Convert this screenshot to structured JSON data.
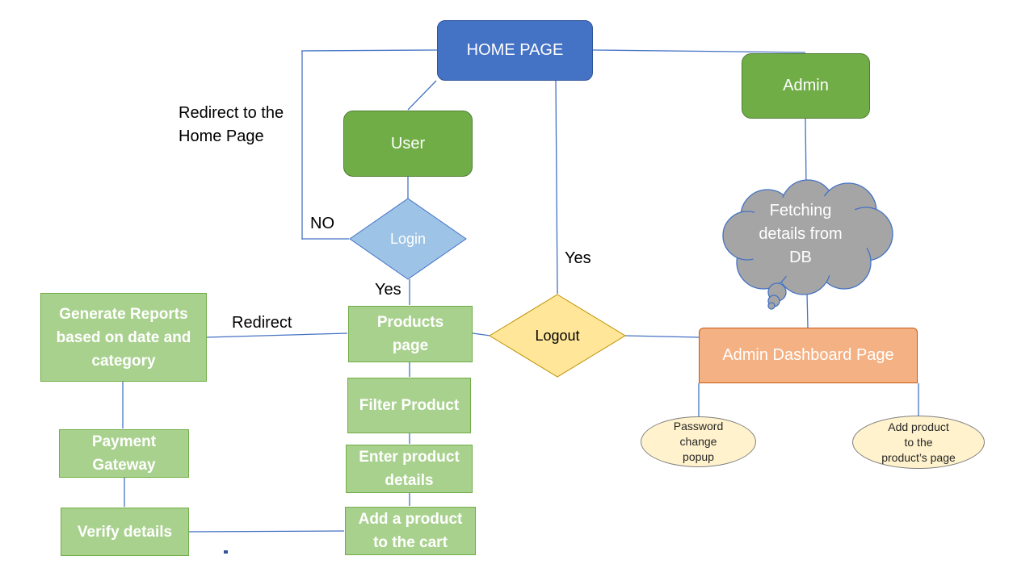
{
  "nodes": {
    "home": "HOME PAGE",
    "user": "User",
    "admin": "Admin",
    "login": "Login",
    "fetching": "Fetching\ndetails from\nDB",
    "products": "Products\npage",
    "logout": "Logout",
    "admin_dashboard": "Admin Dashboard Page",
    "generate_reports": "Generate Reports\nbased on date and\ncategory",
    "filter_product": "Filter Product",
    "enter_details": "Enter product\ndetails",
    "payment_gateway": "Payment\nGateway",
    "verify_details": "Verify details",
    "add_to_cart": "Add a product\nto the cart",
    "password_popup": "Password\nchange\npopup",
    "add_product_page": "Add product\nto the\nproduct’s page"
  },
  "labels": {
    "redirect_home": "Redirect to the\nHome Page",
    "no": "NO",
    "yes_login": "Yes",
    "yes_logout": "Yes",
    "redirect": "Redirect"
  },
  "colors": {
    "line": "#4472c4",
    "home": "#4472c4",
    "dark_green": "#70ad47",
    "light_green": "#a9d18e",
    "login_diamond": "#9dc3e6",
    "logout_diamond": "#ffe699",
    "cloud": "#a5a5a5",
    "admin_dashboard": "#f4b183",
    "ellipse": "#fff2cc"
  }
}
